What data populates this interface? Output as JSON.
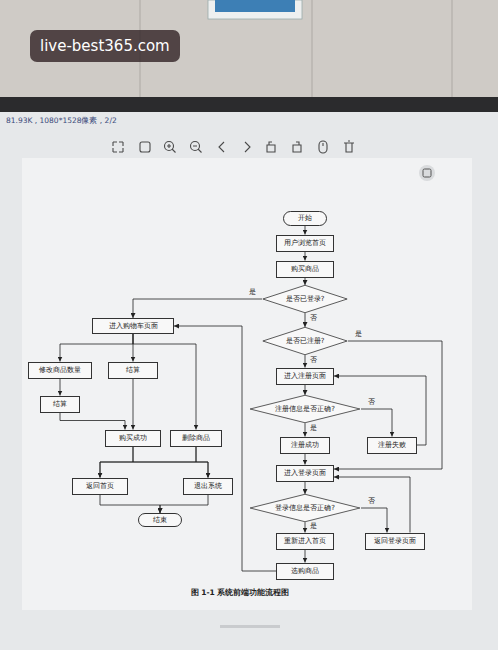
{
  "diagram": {
    "caption": "图 1-1 系统前端功能流程图",
    "nodes": [
      {
        "text": [
          "开始"
        ]
      },
      {
        "text": [
          "用户浏览首页"
        ]
      },
      {
        "text": [
          "购买商品"
        ]
      },
      {
        "text": [
          "是否已登录?"
        ]
      },
      {
        "text": [
          "进入购物车页面"
        ]
      },
      {
        "text": [
          "是否已注册?"
        ]
      },
      {
        "text": [
          "进入注册页面"
        ]
      },
      {
        "text": [
          "注册信息是否正确?"
        ]
      },
      {
        "text": [
          "注册成功"
        ]
      },
      {
        "text": [
          "注册失败"
        ]
      },
      {
        "text": [
          "进入登录页面"
        ]
      },
      {
        "text": [
          "登录信息是否正确?"
        ]
      },
      {
        "text": [
          "重新进入首页"
        ]
      },
      {
        "text": [
          "返回登录页面"
        ]
      },
      {
        "text": [
          "选购商品"
        ]
      },
      {
        "text": [
          "修改商品数量"
        ]
      },
      {
        "text": [
          "结算"
        ]
      },
      {
        "text": [
          "结算"
        ]
      },
      {
        "text": [
          "删除商品"
        ]
      },
      {
        "text": [
          "购买成功"
        ]
      },
      {
        "text": [
          "返回首页"
        ]
      },
      {
        "text": [
          "退出系统"
        ]
      },
      {
        "text": [
          "结束"
        ]
      }
    ],
    "edges": [
      {
        "from": 0,
        "to": 1,
        "arrow": "to"
      },
      {
        "from": 1,
        "to": 2,
        "arrow": "to"
      },
      {
        "from": 2,
        "to": 3,
        "arrow": "to"
      },
      {
        "from": 3,
        "to": 4,
        "label": "是",
        "arrow": "to"
      },
      {
        "from": 3,
        "to": 5,
        "label": "否",
        "arrow": "to"
      },
      {
        "from": 5,
        "to": 10,
        "label": "是",
        "arrow": "to"
      },
      {
        "from": 5,
        "to": 6,
        "label": "否",
        "arrow": "to"
      },
      {
        "from": 6,
        "to": 7,
        "arrow": "to"
      },
      {
        "from": 7,
        "to": 8,
        "label": "是",
        "arrow": "to"
      },
      {
        "from": 7,
        "to": 9,
        "label": "否",
        "arrow": "to"
      },
      {
        "from": 9,
        "to": 6,
        "arrow": "to"
      },
      {
        "from": 8,
        "to": 10,
        "arrow": "to"
      },
      {
        "from": 10,
        "to": 11,
        "arrow": "to"
      },
      {
        "from": 11,
        "to": 12,
        "label": "是",
        "arrow": "to"
      },
      {
        "from": 11,
        "to": 13,
        "label": "否",
        "arrow": "to"
      },
      {
        "from": 13,
        "to": 10,
        "arrow": "to"
      },
      {
        "from": 12,
        "to": 14,
        "arrow": "to"
      },
      {
        "from": 14,
        "to": 4,
        "arrow": "to"
      },
      {
        "from": 4,
        "to": 15,
        "arrow": "to"
      },
      {
        "from": 4,
        "to": 16,
        "arrow": "to"
      },
      {
        "from": 4,
        "to": 18,
        "arrow": "to"
      },
      {
        "from": 15,
        "to": 17,
        "arrow": "to"
      },
      {
        "from": 17,
        "to": 19,
        "arrow": "to"
      },
      {
        "from": 16,
        "to": 19,
        "arrow": "to"
      },
      {
        "from": 19,
        "to": 20,
        "arrow": "to"
      },
      {
        "from": 19,
        "to": 21,
        "arrow": "to"
      },
      {
        "from": 18,
        "to": 20,
        "arrow": "to"
      },
      {
        "from": 18,
        "to": 21,
        "arrow": "to"
      },
      {
        "from": 20,
        "to": 22,
        "arrow": "to"
      },
      {
        "from": 21,
        "to": 22,
        "arrow": "to"
      }
    ],
    "labels": [
      "81.93K , 1080*1528像素 , 2/2",
      "live-best365.com"
    ]
  }
}
